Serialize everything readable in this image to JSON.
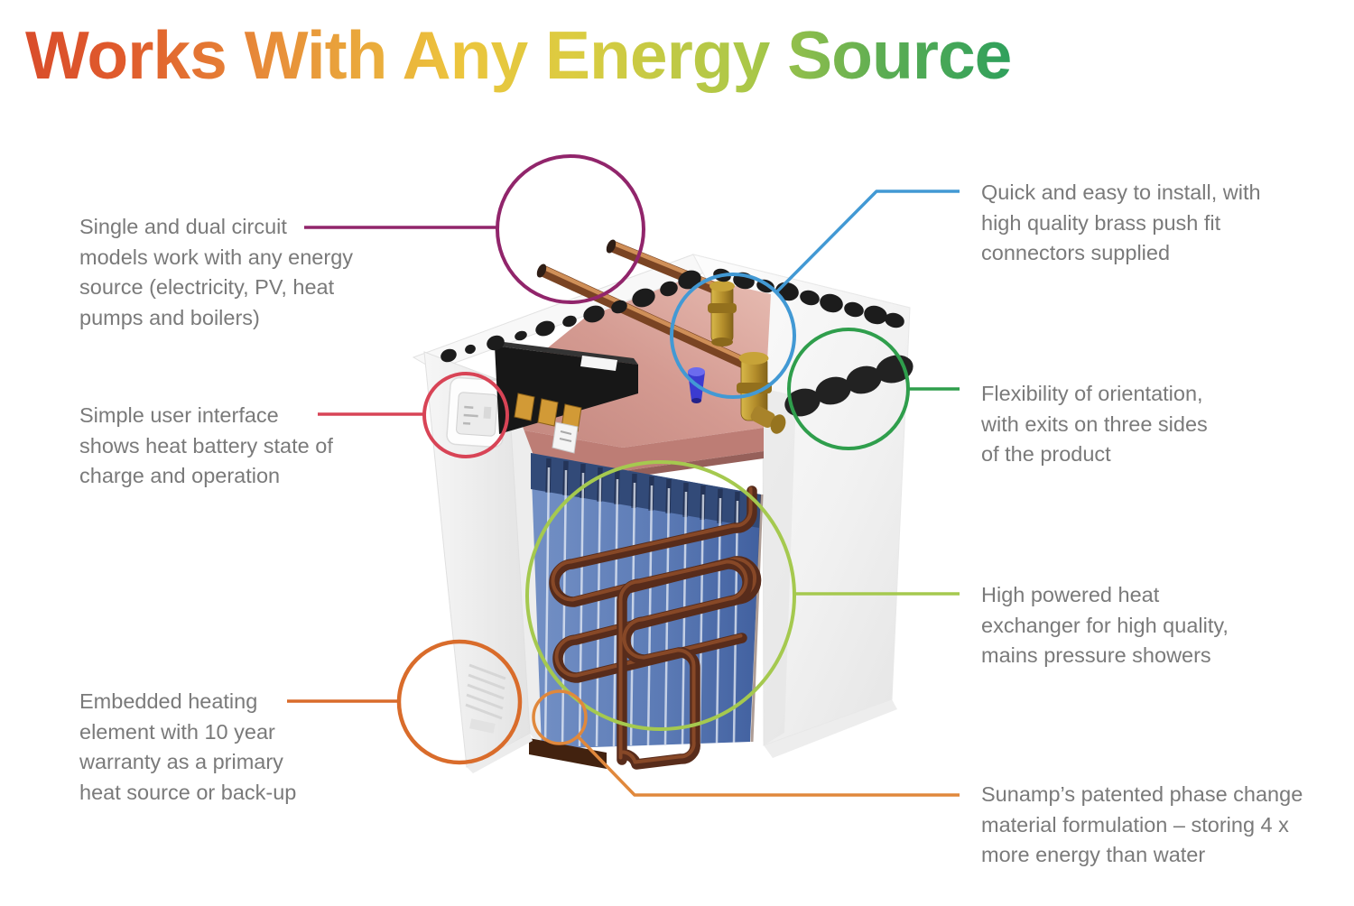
{
  "page": {
    "background": "#ffffff"
  },
  "title": {
    "text": "Works With Any Energy Source",
    "gradient_colors": [
      "#d94d2b",
      "#e8913a",
      "#ecc53d",
      "#a9c748",
      "#2fa05c"
    ]
  },
  "product": {
    "description": "Heat battery cutaway 3D render"
  },
  "callouts": [
    {
      "id": "single-dual-circuit",
      "color": "#91256b",
      "lines": [
        "Single and dual circuit",
        "models work with any energy",
        "source (electricity, PV, heat",
        "pumps and boilers)"
      ]
    },
    {
      "id": "user-interface",
      "color": "#d84456",
      "lines": [
        "Simple user interface",
        "shows heat battery state of",
        "charge and operation"
      ]
    },
    {
      "id": "heating-element",
      "color": "#d96c2b",
      "lines": [
        "Embedded heating",
        "element with 10 year",
        "warranty as a primary",
        "heat source or back-up"
      ]
    },
    {
      "id": "push-fit-connectors",
      "color": "#4299d4",
      "lines": [
        "Quick and easy to install, with",
        "high quality brass push fit",
        "connectors supplied"
      ]
    },
    {
      "id": "orientation",
      "color": "#2f9e4c",
      "lines": [
        "Flexibility of orientation,",
        "with exits on three sides",
        "of the product"
      ]
    },
    {
      "id": "heat-exchanger",
      "color": "#a5c94f",
      "lines": [
        "High powered heat",
        "exchanger for high quality,",
        "mains pressure showers"
      ]
    },
    {
      "id": "phase-change-material",
      "color": "#e0883c",
      "lines": [
        "Sunamp’s patented phase change",
        "material formulation – storing 4 x",
        "more energy than water"
      ]
    }
  ]
}
